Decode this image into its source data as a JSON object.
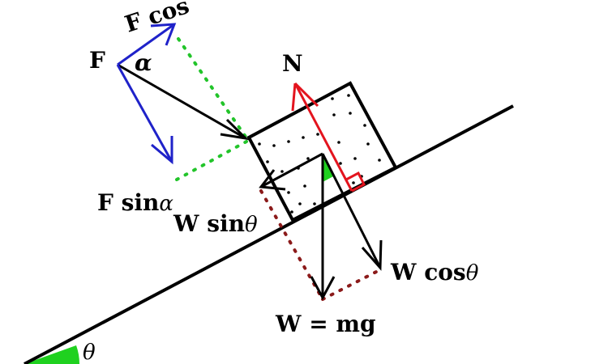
{
  "diagram": {
    "colors": {
      "ink": "#000000",
      "applied_force": "#1f22c9",
      "normal_force": "#e3141e",
      "guide": "#22c42a",
      "weight_guide": "#8b1a1a",
      "angle_fill": "#1fd11f"
    },
    "labels": {
      "f": "F",
      "alpha": "α",
      "f_cos_word": "F cos",
      "f_sin_word": "F sin",
      "f_sin_angle": "α",
      "n": "N",
      "w_sin_word": "W sin",
      "w_sin_angle": "θ",
      "w_cos_word": "W cos",
      "w_cos_angle": "θ",
      "weight": "W = mg",
      "incline_angle": "θ"
    }
  }
}
